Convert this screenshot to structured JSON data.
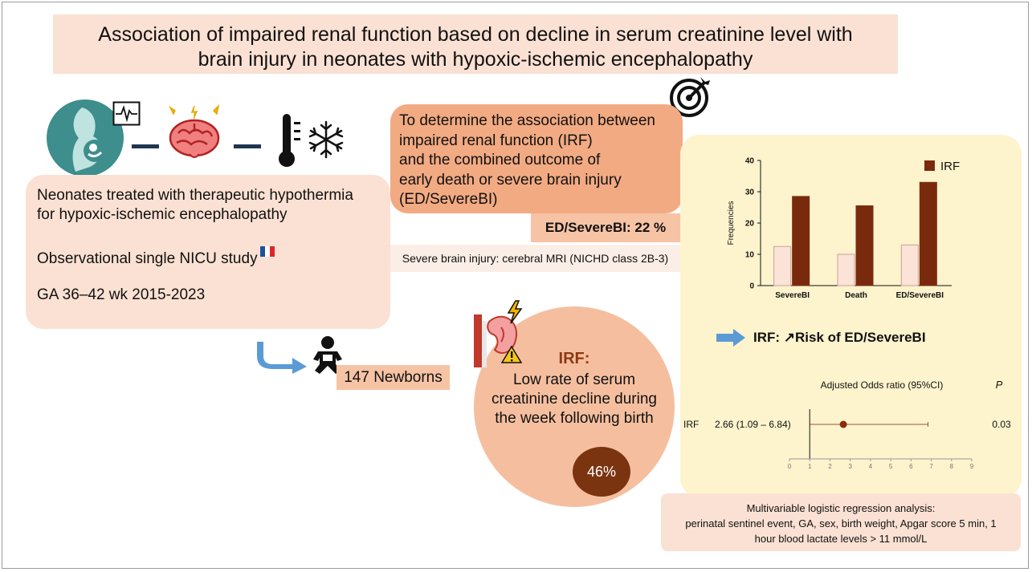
{
  "title": {
    "line1": "Association of impaired renal function based on decline in serum creatinine level with",
    "line2": "brain injury in neonates with hypoxic-ischemic encephalopathy"
  },
  "population": {
    "line1": "Neonates treated with therapeutic hypothermia",
    "line2": "for hypoxic-ischemic encephalopathy",
    "line3": "Observational single NICU study",
    "line4": "GA 36–42 wk 2015-2023"
  },
  "objective": {
    "line1": "To determine the association between",
    "line2": "impaired renal function (IRF)",
    "line3": "and the combined outcome of",
    "line4": "early death or severe brain injury",
    "line5": "(ED/SevereBI)"
  },
  "outcome_rate": "ED/SevereBI: 22 %",
  "severe_bi_definition": "Severe brain injury: cerebral MRI (NICHD class 2B-3)",
  "newborns": "147 Newborns",
  "irf": {
    "heading": "IRF:",
    "line1": "Low rate of serum",
    "line2": "creatinine decline during",
    "line3": "the week following birth",
    "percent": "46%"
  },
  "result": {
    "prefix": "IRF: ",
    "arrow": "↗",
    "suffix": "Risk of ED/SevereBI"
  },
  "multivariable": {
    "line1": "Multivariable logistic regression analysis:",
    "line2": "perinatal sentinel event, GA, sex, birth weight, Apgar score 5 min, 1",
    "line3": "hour blood lactate levels > 11 mmol/L"
  },
  "colors": {
    "title_bg": "#fbe1d3",
    "objective_bg": "#f2aa82",
    "irf_circle": "#f5bf9f",
    "irf_dark": "#7a3410",
    "panel_bg": "#fdf3cd",
    "icon_teal": "#3e8e8e",
    "bar_irf": "#7a2a0c",
    "bar_noirf": "#fbe3d8",
    "arrow_blue": "#5b9bd5"
  },
  "icons": [
    "pregnancy-icon",
    "monitor-icon",
    "brain-icon",
    "thermometer-icon",
    "snowflake-icon",
    "target-icon",
    "baby-icon",
    "kidney-icon",
    "lightning-icon",
    "warning-icon",
    "flag-france-icon",
    "curved-arrow-icon",
    "right-arrow-icon"
  ],
  "chart_data": [
    {
      "type": "bar",
      "categories": [
        "SevereBI",
        "Death",
        "ED/SevereBI"
      ],
      "series": [
        {
          "values": [
            12.5,
            10,
            13
          ],
          "color": "#fbe3d8"
        },
        {
          "name": "IRF",
          "values": [
            28.5,
            25.5,
            33
          ],
          "color": "#7a2a0c"
        }
      ],
      "ylabel": "Frequencies",
      "ylim": [
        0,
        40
      ],
      "yticks": [
        "0",
        "10",
        "20",
        "30",
        "40"
      ],
      "legend": "top-right"
    },
    {
      "type": "forest",
      "title": "Adjusted Odds ratio (95%CI)",
      "p_header": "P",
      "rows": [
        {
          "label": "IRF",
          "text": "2.66 (1.09 – 6.84)",
          "or": 2.66,
          "low": 1.09,
          "high": 6.84,
          "p": "0.03"
        }
      ],
      "xlim": [
        0,
        9
      ],
      "xticks": [
        "0",
        "1",
        "2",
        "3",
        "4",
        "5",
        "6",
        "7",
        "8",
        "9"
      ],
      "reference": 1
    }
  ]
}
